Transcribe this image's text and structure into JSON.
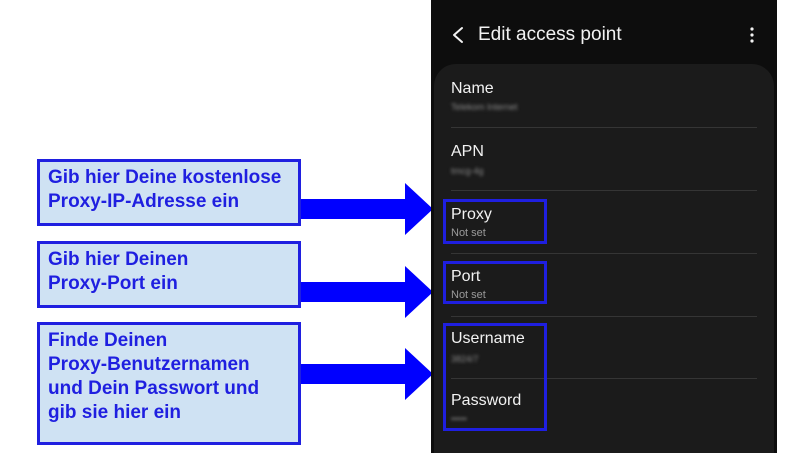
{
  "callouts": [
    {
      "text": "Gib hier Deine kostenlose\nProxy-IP-Adresse ein"
    },
    {
      "text": "Gib hier Deinen\nProxy-Port ein"
    },
    {
      "text": "Finde Deinen\nProxy-Benutzernamen\nund Dein Passwort und\ngib sie hier ein"
    }
  ],
  "header": {
    "title": "Edit access point",
    "back_icon": "chevron-left-icon",
    "more_icon": "more-vertical-icon"
  },
  "rows": [
    {
      "label": "Name",
      "value": "Telekom Internet"
    },
    {
      "label": "APN",
      "value": "tmcg-4g"
    },
    {
      "label": "Proxy",
      "value": "Not set"
    },
    {
      "label": "Port",
      "value": "Not set"
    },
    {
      "label": "Username",
      "value": "3824/7"
    },
    {
      "label": "Password",
      "value": "•••••"
    }
  ],
  "colors": {
    "highlight": "#1f1fe0",
    "callout_bg": "#cfe2f3",
    "screen_bg": "#0d0d0d",
    "card_bg": "#1b1b1b"
  }
}
